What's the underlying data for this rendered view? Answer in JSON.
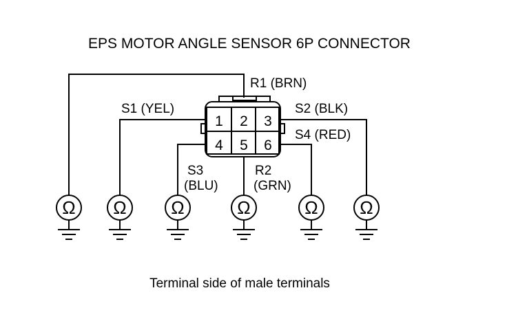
{
  "title": "EPS MOTOR ANGLE SENSOR 6P CONNECTOR",
  "caption": "Terminal side of male terminals",
  "connector": {
    "pins": [
      "1",
      "2",
      "3",
      "4",
      "5",
      "6"
    ]
  },
  "wire_labels": {
    "r1": "R1 (BRN)",
    "s1": "S1 (YEL)",
    "s2": "S2 (BLK)",
    "s4": "S4 (RED)",
    "s3_line1": "S3",
    "s3_line2": "(BLU)",
    "r2_line1": "R2",
    "r2_line2": "(GRN)"
  },
  "meter_symbol": "Ω",
  "meters": [
    {
      "id": "r1",
      "wire": "R1 (BRN)",
      "pin": "2"
    },
    {
      "id": "s1",
      "wire": "S1 (YEL)",
      "pin": "1"
    },
    {
      "id": "s3",
      "wire": "S3 (BLU)",
      "pin": "4"
    },
    {
      "id": "r2",
      "wire": "R2 (GRN)",
      "pin": "5"
    },
    {
      "id": "s4",
      "wire": "S4 (RED)",
      "pin": "6"
    },
    {
      "id": "s2",
      "wire": "S2 (BLK)",
      "pin": "3"
    }
  ],
  "colors": {
    "line": "#000000",
    "background": "#ffffff"
  }
}
